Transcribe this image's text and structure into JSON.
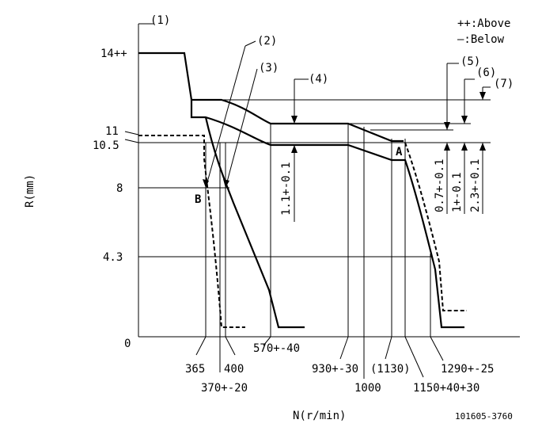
{
  "legend": {
    "above": "++:Above",
    "below": "—:Below"
  },
  "markers": {
    "m1": "(1)",
    "m2": "(2)",
    "m3": "(3)",
    "m4": "(4)",
    "m5": "(5)",
    "m6": "(6)",
    "m7": "(7)",
    "A": "A",
    "B": "B"
  },
  "y_axis": {
    "label": "R(mm)",
    "ticks": [
      "14++",
      "11",
      "10.5",
      "8",
      "4.3",
      "0"
    ]
  },
  "x_axis": {
    "label": "N(r/min)",
    "ticks": [
      "365",
      "400",
      "370+-20",
      "570+-40",
      "930+-30",
      "(1130)",
      "1000",
      "1150+40+30",
      "1290+-25"
    ]
  },
  "dimensions": {
    "d4": "1.1+-0.1",
    "d5": "0.7+-0.1",
    "d6": "1+-0.1",
    "d7": "2.3+-0.1"
  },
  "code": "101605-3760"
}
